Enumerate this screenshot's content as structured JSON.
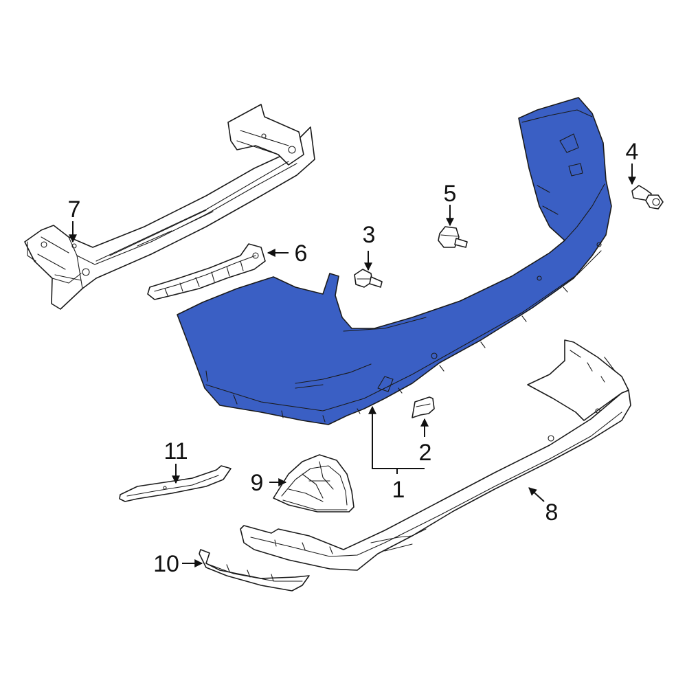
{
  "colors": {
    "highlight": "#3a5fc4",
    "outline": "#1a1a1a",
    "background": "#ffffff"
  },
  "callouts": {
    "c1": "1",
    "c2": "2",
    "c3": "3",
    "c4": "4",
    "c5": "5",
    "c6": "6",
    "c7": "7",
    "c8": "8",
    "c9": "9",
    "c10": "10",
    "c11": "11"
  }
}
